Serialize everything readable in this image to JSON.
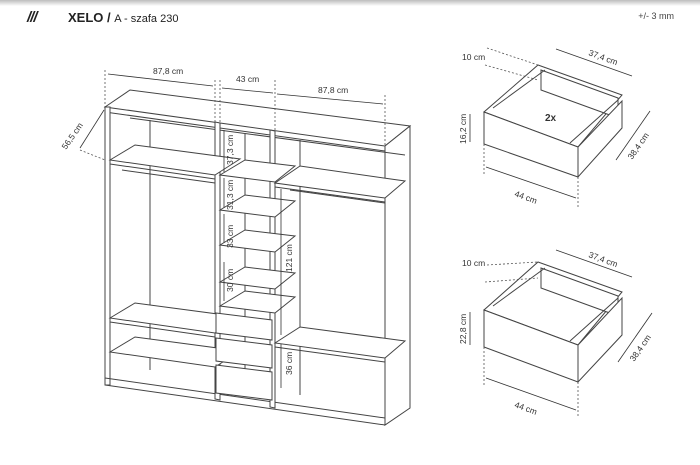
{
  "header": {
    "logo": "///",
    "brand": "XELO /",
    "model": "A - szafa 230",
    "tolerance": "+/- 3 mm"
  },
  "wardrobe": {
    "width_left": "87,8 cm",
    "width_middle": "43 cm",
    "width_right": "87,8 cm",
    "depth": "56,5 cm",
    "shelf_heights": [
      "37,3 cm",
      "31,3 cm",
      "33 cm",
      "30 cm"
    ],
    "hanging_height": "121 cm",
    "bottom_compartment": "36 cm"
  },
  "drawer_small": {
    "quantity": "2x",
    "panel_height": "10 cm",
    "inner_width": "37,4 cm",
    "front_height": "16,2 cm",
    "depth": "38,4 cm",
    "front_width": "44 cm"
  },
  "drawer_large": {
    "panel_height": "10 cm",
    "inner_width": "37,4 cm",
    "front_height": "22,8 cm",
    "depth": "38,4 cm",
    "front_width": "44 cm"
  }
}
